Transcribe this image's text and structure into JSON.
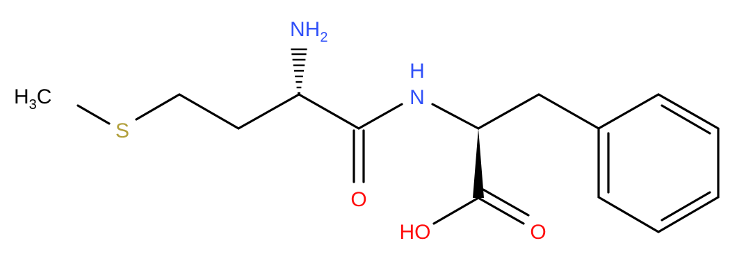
{
  "colors": {
    "carbon": "#000000",
    "nitrogen": "#3050F8",
    "oxygen": "#FF0D0D",
    "sulfur": "#B2A03C",
    "background": "#FFFFFF"
  },
  "atom_labels": {
    "methyl": {
      "main": "H",
      "sub": "3",
      "tail": "C"
    },
    "sulfur": "S",
    "amine": {
      "main": "NH",
      "sub": "2"
    },
    "amide_n": {
      "line1": "H",
      "line2": "N"
    },
    "carbonyl_o": "O",
    "hydroxyl": "HO",
    "acid_o": "O"
  }
}
